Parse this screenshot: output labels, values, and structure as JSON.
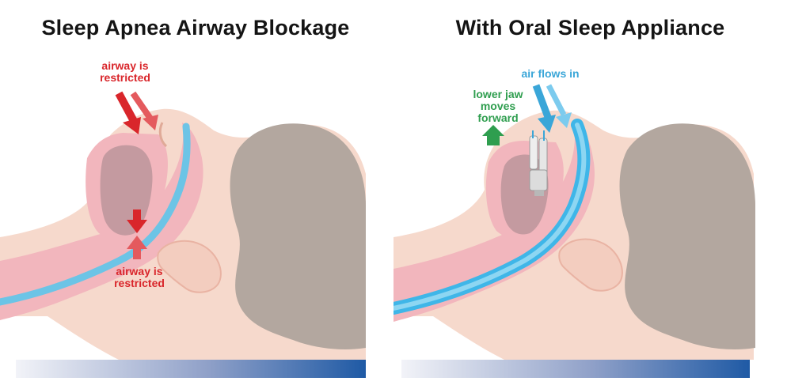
{
  "left_panel": {
    "title": "Sleep Apnea Airway Blockage",
    "label_top": [
      "airway is",
      "restricted"
    ],
    "label_bottom": [
      "airway is",
      "restricted"
    ]
  },
  "right_panel": {
    "title": "With Oral Sleep Appliance",
    "label_air": "air flows in",
    "label_jaw": [
      "lower jaw",
      "moves",
      "forward"
    ]
  },
  "colors": {
    "skin": "#f6d9cc",
    "tissue": "#f2b6bd",
    "mouth": "#c49aa0",
    "hair": "#b3a79f",
    "airway": "#6cc4e6",
    "restricted": "#d9262b",
    "airflow": "#3aa6d8",
    "jaw_arrow": "#2f9e4f",
    "pillow_start": "#eef0f6",
    "pillow_end": "#1f5aa5"
  }
}
